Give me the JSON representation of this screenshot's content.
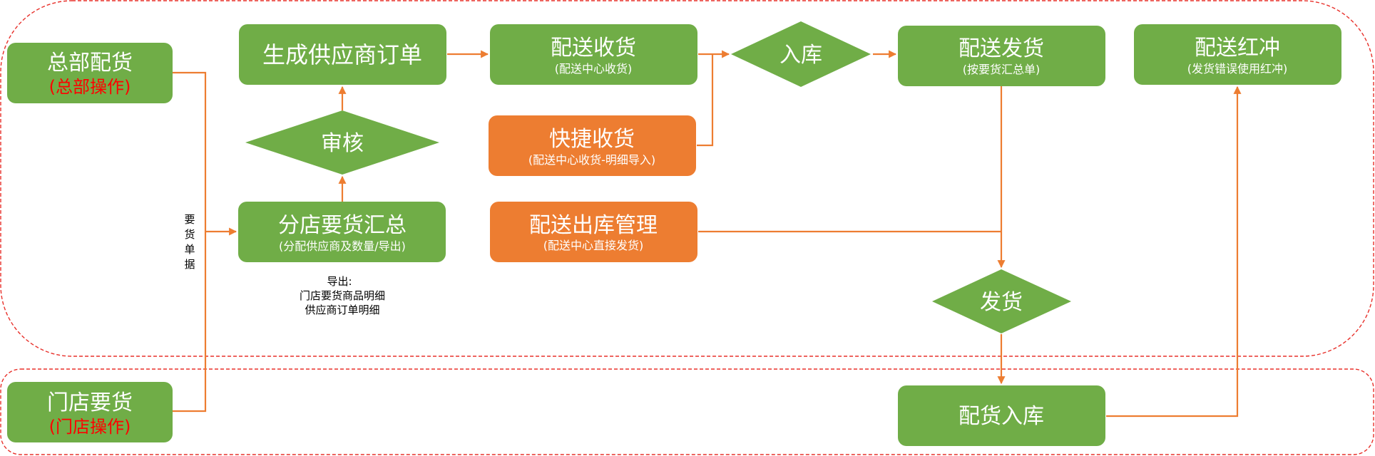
{
  "colors": {
    "green": "#70AD47",
    "orange": "#ED7D31",
    "zone_border": "#e8302a",
    "operator_note": "#ff0000",
    "connector": "#ED7D31"
  },
  "zones": [
    {
      "id": "hq-zone",
      "label": ""
    },
    {
      "id": "store-zone",
      "label": ""
    }
  ],
  "nodes": {
    "hq_allocation": {
      "title": "总部配货",
      "subtitle": "(总部操作)",
      "shape": "rounded-rect",
      "color": "green"
    },
    "store_request": {
      "title": "门店要货",
      "subtitle": "(门店操作)",
      "shape": "rounded-rect",
      "color": "green"
    },
    "generate_po": {
      "title": "生成供应商订单",
      "subtitle": "",
      "shape": "rounded-rect",
      "color": "green"
    },
    "audit": {
      "title": "审核",
      "shape": "diamond",
      "color": "green"
    },
    "branch_summary": {
      "title": "分店要货汇总",
      "subtitle": "(分配供应商及数量/导出)",
      "shape": "rounded-rect",
      "color": "green"
    },
    "dc_receive": {
      "title": "配送收货",
      "subtitle": "(配送中心收货)",
      "shape": "rounded-rect",
      "color": "green"
    },
    "quick_receive": {
      "title": "快捷收货",
      "subtitle": "(配送中心收货-明细导入)",
      "shape": "rounded-rect",
      "color": "orange"
    },
    "dc_outbound": {
      "title": "配送出库管理",
      "subtitle": "(配送中心直接发货)",
      "shape": "rounded-rect",
      "color": "orange"
    },
    "stock_in": {
      "title": "入库",
      "shape": "diamond",
      "color": "green"
    },
    "dc_ship": {
      "title": "配送发货",
      "subtitle": "(按要货汇总单)",
      "shape": "rounded-rect",
      "color": "green"
    },
    "ship": {
      "title": "发货",
      "shape": "diamond",
      "color": "green"
    },
    "dc_reversal": {
      "title": "配送红冲",
      "subtitle": "(发货错误使用红冲)",
      "shape": "rounded-rect",
      "color": "green"
    },
    "receive_stock_in": {
      "title": "配货入库",
      "subtitle": "",
      "shape": "rounded-rect",
      "color": "green"
    }
  },
  "labels": {
    "request_docs": [
      "要",
      "货",
      "单",
      "据"
    ],
    "export_note": [
      "导出:",
      "门店要货商品明细",
      "供应商订单明细"
    ]
  },
  "edges": [
    {
      "from": "hq_allocation",
      "to": "branch_summary",
      "label": "要货单据"
    },
    {
      "from": "store_request",
      "to": "branch_summary",
      "label": "要货单据"
    },
    {
      "from": "branch_summary",
      "to": "audit"
    },
    {
      "from": "audit",
      "to": "generate_po"
    },
    {
      "from": "generate_po",
      "to": "dc_receive"
    },
    {
      "from": "dc_receive",
      "to": "stock_in"
    },
    {
      "from": "quick_receive",
      "to": "stock_in"
    },
    {
      "from": "stock_in",
      "to": "dc_ship"
    },
    {
      "from": "dc_ship",
      "to": "ship"
    },
    {
      "from": "dc_outbound",
      "to": "ship"
    },
    {
      "from": "ship",
      "to": "receive_stock_in"
    },
    {
      "from": "receive_stock_in",
      "to": "dc_reversal"
    }
  ]
}
